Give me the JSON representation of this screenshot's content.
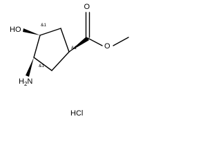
{
  "molecule": {
    "atoms": {
      "ester_oxygen": "O",
      "methoxy_oxygen": "O",
      "hydroxyl": "HO",
      "amine": "H2N"
    },
    "stereo_labels": {
      "c1": "&1",
      "c3": "&1",
      "c4": "&1"
    },
    "counterion": "HCl"
  }
}
